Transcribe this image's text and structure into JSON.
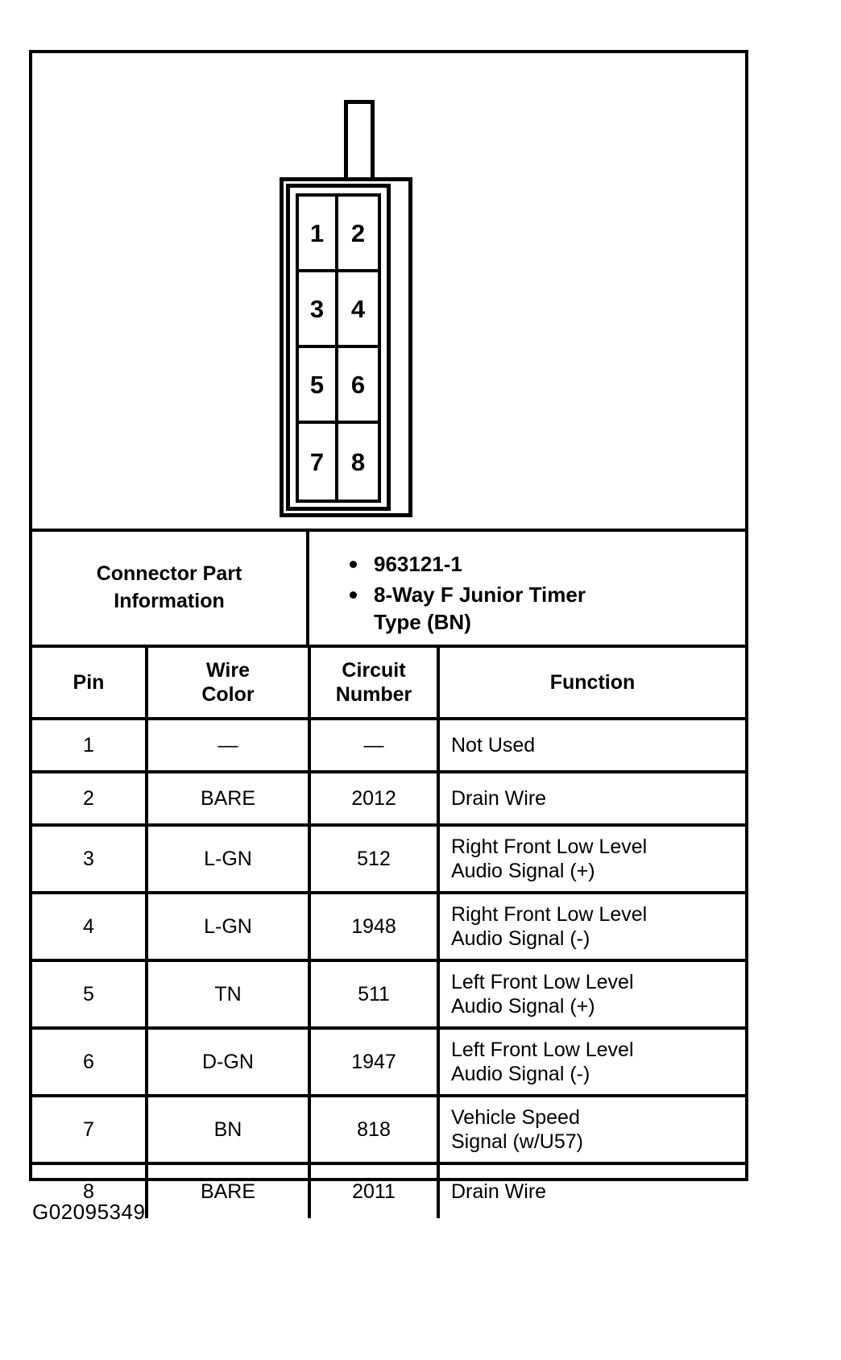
{
  "diagram": {
    "title": "8-way connector face view",
    "pins": [
      "1",
      "2",
      "3",
      "4",
      "5",
      "6",
      "7",
      "8"
    ]
  },
  "connector_info": {
    "label_line_1": "Connector Part",
    "label_line_2": "Information",
    "bullets": [
      "963121-1",
      "8-Way F Junior Timer",
      "Type (BN)"
    ]
  },
  "table": {
    "headers": {
      "pin": "Pin",
      "wire_color_line1": "Wire",
      "wire_color_line2": "Color",
      "circuit_line1": "Circuit",
      "circuit_line2": "Number",
      "function": "Function"
    },
    "rows": [
      {
        "pin": "1",
        "wire_color": "—",
        "circuit_number": "—",
        "function_line1": "Not Used",
        "function_line2": ""
      },
      {
        "pin": "2",
        "wire_color": "BARE",
        "circuit_number": "2012",
        "function_line1": "Drain Wire",
        "function_line2": ""
      },
      {
        "pin": "3",
        "wire_color": "L-GN",
        "circuit_number": "512",
        "function_line1": "Right Front Low Level",
        "function_line2": "Audio Signal (+)"
      },
      {
        "pin": "4",
        "wire_color": "L-GN",
        "circuit_number": "1948",
        "function_line1": "Right Front Low Level",
        "function_line2": "Audio Signal (-)"
      },
      {
        "pin": "5",
        "wire_color": "TN",
        "circuit_number": "511",
        "function_line1": "Left Front Low Level",
        "function_line2": "Audio Signal (+)"
      },
      {
        "pin": "6",
        "wire_color": "D-GN",
        "circuit_number": "1947",
        "function_line1": "Left Front Low Level",
        "function_line2": "Audio Signal (-)"
      },
      {
        "pin": "7",
        "wire_color": "BN",
        "circuit_number": "818",
        "function_line1": "Vehicle Speed",
        "function_line2": "Signal (w/U57)"
      },
      {
        "pin": "8",
        "wire_color": "BARE",
        "circuit_number": "2011",
        "function_line1": "Drain Wire",
        "function_line2": ""
      }
    ]
  },
  "figure_code": "G02095349",
  "colors": {
    "ink": "#000000",
    "paper": "#ffffff"
  }
}
